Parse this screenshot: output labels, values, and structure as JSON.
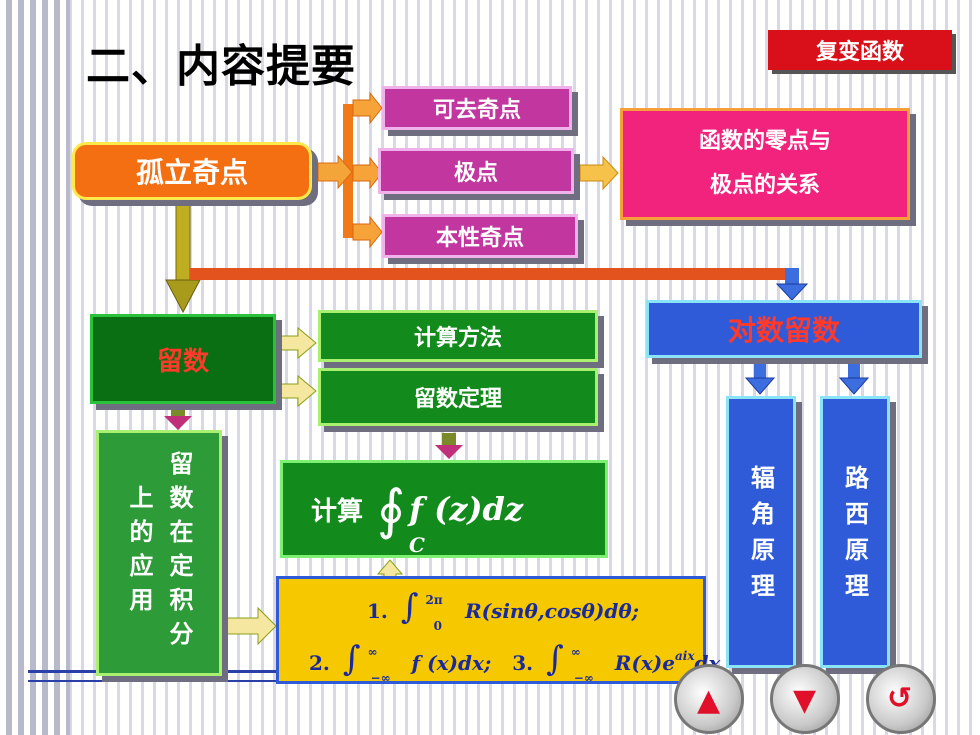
{
  "title": "二、内容提要",
  "badge": "复变函数",
  "isolated_singularity": "孤立奇点",
  "types": {
    "removable": "可去奇点",
    "pole": "极点",
    "essential": "本性奇点"
  },
  "zero_pole_relation": [
    "函数的零点与",
    "极点的关系"
  ],
  "residue": "留数",
  "log_residue": "对数留数",
  "calc_method": "计算方法",
  "residue_theorem": "留数定理",
  "applications": "留数在定积分上的应用",
  "compute_label": "计算",
  "contour_integral": {
    "integrand": "f (z)dz",
    "contour": "C"
  },
  "argument_principle": "辐角原理",
  "rouche_theorem": "路西原理",
  "integrals": {
    "first_index": "1.",
    "first_upper": "2π",
    "first_lower": "0",
    "first_body": "R(sinθ,cosθ)dθ;",
    "second_index": "2.",
    "second_upper": "∞",
    "second_lower": "−∞",
    "second_body": "f (x)dx;",
    "third_index": "3.",
    "third_upper": "∞",
    "third_lower": "−∞",
    "third_body_pre": "R(x)e",
    "third_exp": "aix",
    "third_body_post": "dx"
  },
  "colors": {
    "orange": "#f46f12",
    "magenta": "#c2369f",
    "pink": "#f2237d",
    "green_dark": "#0a6e12",
    "green": "#138a1c",
    "green_mid": "#2e9b39",
    "blue": "#2f5bd8",
    "yellow": "#f5c800"
  }
}
